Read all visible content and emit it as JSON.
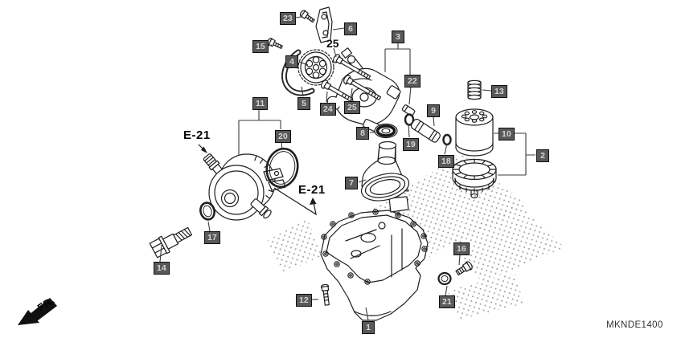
{
  "diagram": {
    "code": "MKNDE1400",
    "direction_label": "FR.",
    "label_box_bg": "#595959",
    "label_box_text": "#d6d6d6",
    "line_color": "#1f1f1f"
  },
  "ref_labels": {
    "e21_cooler": "E-21",
    "e21_pan": "E-21"
  },
  "callouts": {
    "1": {
      "label": "1"
    },
    "2": {
      "label": "2"
    },
    "3": {
      "label": "3"
    },
    "4": {
      "label": "4"
    },
    "5": {
      "label": "5"
    },
    "6": {
      "label": "6"
    },
    "7": {
      "label": "7"
    },
    "8": {
      "label": "8"
    },
    "9": {
      "label": "9"
    },
    "10": {
      "label": "10"
    },
    "11": {
      "label": "11"
    },
    "12": {
      "label": "12"
    },
    "13": {
      "label": "13"
    },
    "14": {
      "label": "14"
    },
    "15": {
      "label": "15"
    },
    "16": {
      "label": "16"
    },
    "17": {
      "label": "17"
    },
    "18": {
      "label": "18"
    },
    "19": {
      "label": "19"
    },
    "20": {
      "label": "20"
    },
    "21": {
      "label": "21"
    },
    "22": {
      "label": "22"
    },
    "23": {
      "label": "23"
    },
    "24": {
      "label": "24"
    },
    "25": {
      "label": "25"
    },
    "25_plain": {
      "label": "25"
    }
  }
}
